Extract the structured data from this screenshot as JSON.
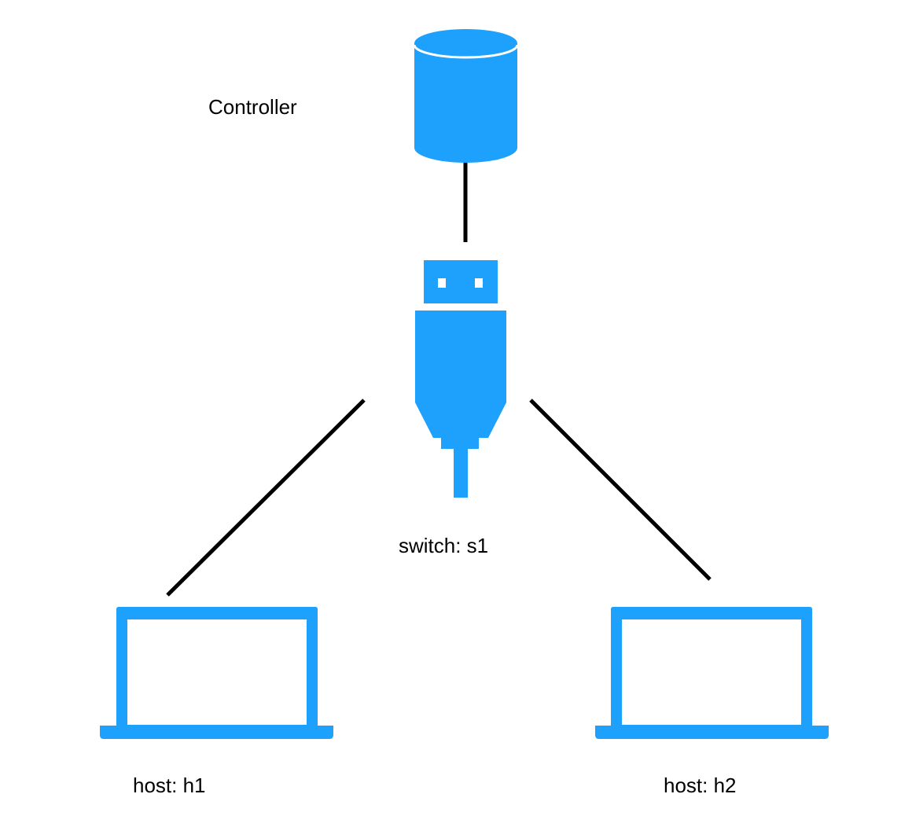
{
  "colors": {
    "node": "#1da1fc",
    "link": "#000000",
    "background": "#ffffff",
    "text": "#000000"
  },
  "nodes": {
    "controller": {
      "label": "Controller",
      "icon": "database-icon"
    },
    "switch": {
      "label": "switch: s1",
      "icon": "usb-plug-icon"
    },
    "host_h1": {
      "label": "host: h1",
      "icon": "laptop-icon"
    },
    "host_h2": {
      "label": "host: h2",
      "icon": "laptop-icon"
    }
  },
  "links": [
    {
      "from": "controller",
      "to": "switch"
    },
    {
      "from": "switch",
      "to": "host_h1"
    },
    {
      "from": "switch",
      "to": "host_h2"
    }
  ]
}
